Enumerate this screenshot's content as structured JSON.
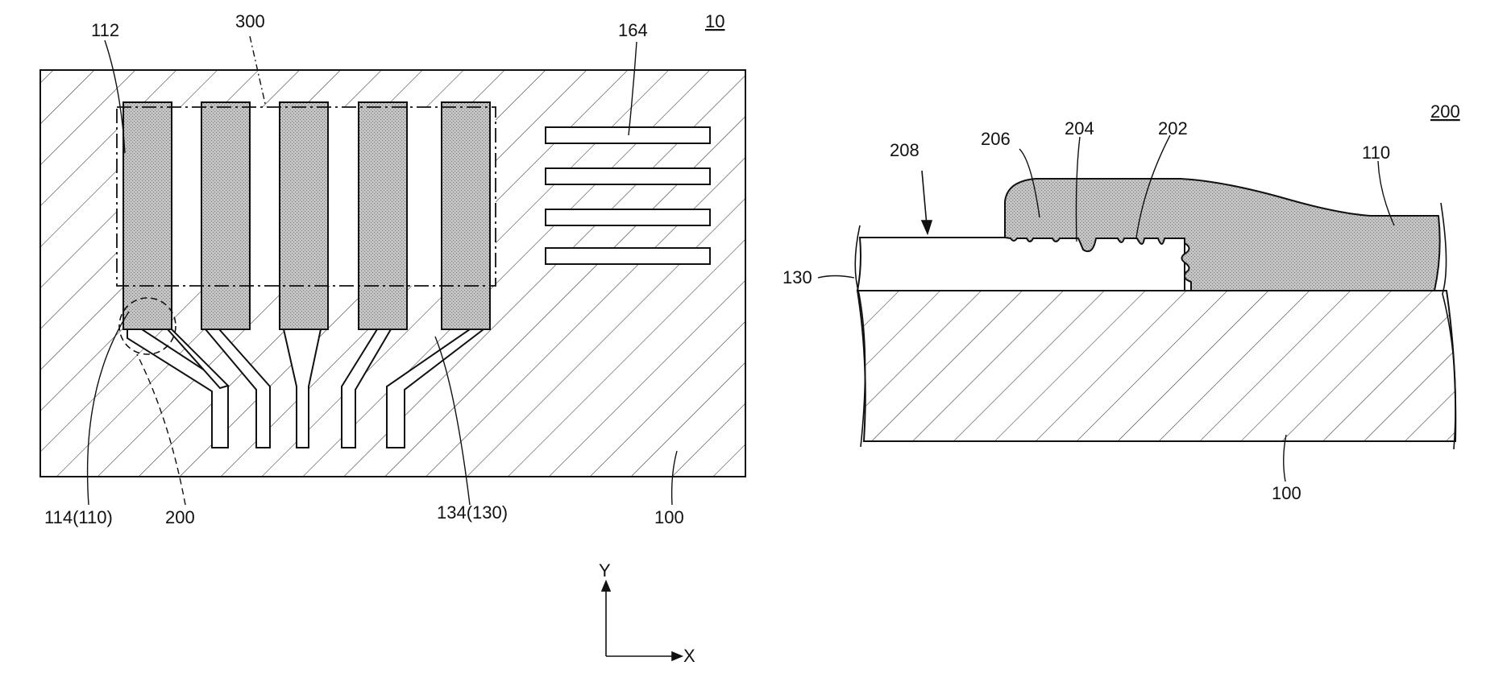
{
  "left_figure": {
    "figure_ref": "10",
    "labels": {
      "shaded_electrode": "112",
      "dash_dot_region": "300",
      "line_group": "164",
      "lower_electrode_portion": "114(110)",
      "circled_detail": "200",
      "wiring_portion": "134(130)",
      "substrate": "100"
    },
    "axes": {
      "y": "Y",
      "x": "X"
    }
  },
  "right_figure": {
    "figure_ref": "200",
    "labels": {
      "step_edge": "208",
      "void_edge": "206",
      "protrusion": "204",
      "rough_interface": "202",
      "shaded_layer": "110",
      "lower_layer": "130",
      "substrate": "100"
    }
  },
  "colors": {
    "line": "#111111",
    "stipple_fill": "#b9b9b9",
    "background": "#ffffff"
  }
}
